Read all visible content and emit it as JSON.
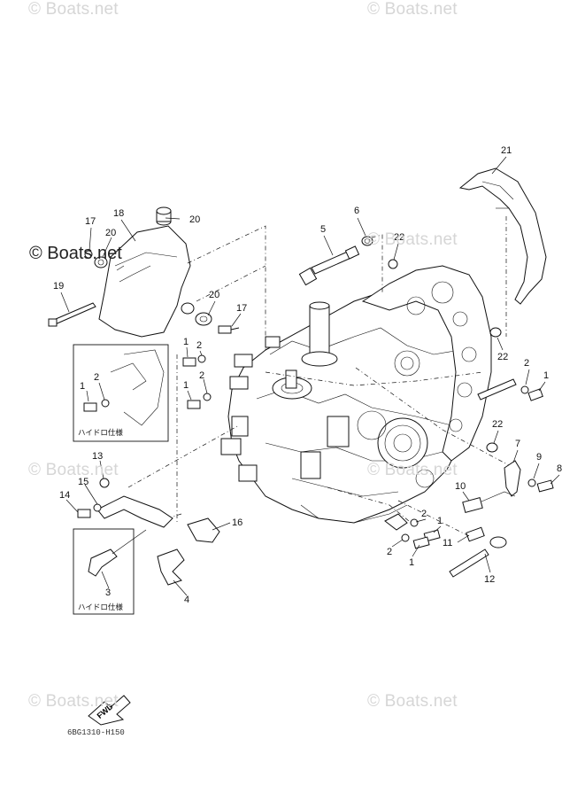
{
  "watermarks": {
    "top_left": "© Boats.net",
    "top_right": "© Boats.net",
    "mid_left_dark": "© Boats.net",
    "mid_right": "© Boats.net",
    "middle_left": "© Boats.net",
    "middle_right": "© Boats.net",
    "bottom_left": "© Boats.net",
    "bottom_right": "© Boats.net"
  },
  "callouts": {
    "c1a": "1",
    "c1b": "1",
    "c1c": "1",
    "c1d": "1",
    "c1e": "1",
    "c1f": "1",
    "c2a": "2",
    "c2b": "2",
    "c2c": "2",
    "c2d": "2",
    "c2e": "2",
    "c2f": "2",
    "c3": "3",
    "c4": "4",
    "c5": "5",
    "c6": "6",
    "c7": "7",
    "c8": "8",
    "c9": "9",
    "c10": "10",
    "c11": "11",
    "c12": "12",
    "c13": "13",
    "c14": "14",
    "c15": "15",
    "c16": "16",
    "c17a": "17",
    "c17b": "17",
    "c18": "18",
    "c19": "19",
    "c20a": "20",
    "c20b": "20",
    "c20c": "20",
    "c21": "21",
    "c22a": "22",
    "c22b": "22",
    "c22c": "22"
  },
  "inset_labels": {
    "hydro_top": "ハイドロ仕様",
    "hydro_bottom": "ハイドロ仕様"
  },
  "fwd_label": "FWD",
  "diagram_code": "6BG1310-H150"
}
